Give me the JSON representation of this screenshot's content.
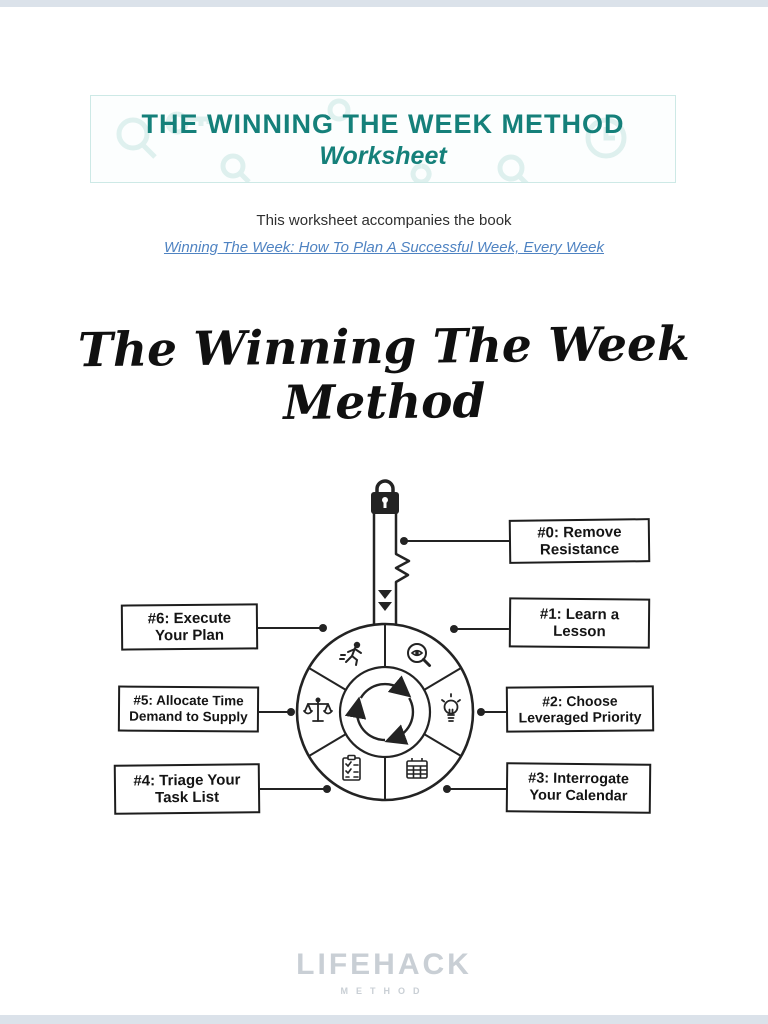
{
  "banner": {
    "title": "THE WINNING THE WEEK METHOD",
    "subtitle": "Worksheet"
  },
  "intro": {
    "text": "This worksheet accompanies the book",
    "link_text": "Winning The Week: How To Plan A Successful Week, Every Week"
  },
  "diagram": {
    "title": "The Winning The Week Method",
    "steps": {
      "s0": {
        "line1": "#0: Remove",
        "line2": "Resistance"
      },
      "s1": {
        "line1": "#1: Learn a",
        "line2": "Lesson"
      },
      "s2": {
        "line1": "#2: Choose",
        "line2": "Leveraged Priority"
      },
      "s3": {
        "line1": "#3: Interrogate",
        "line2": "Your Calendar"
      },
      "s4": {
        "line1": "#4: Triage Your",
        "line2": "Task List"
      },
      "s5": {
        "line1": "#5: Allocate Time",
        "line2": "Demand to Supply"
      },
      "s6": {
        "line1": "#6: Execute",
        "line2": "Your Plan"
      }
    },
    "icons": [
      "lock-icon",
      "key-icon",
      "running-person-icon",
      "eye-magnifier-icon",
      "scales-icon",
      "lightbulb-icon",
      "checklist-icon",
      "calendar-icon",
      "cycle-arrows-icon"
    ]
  },
  "footer": {
    "brand": "LIFEHACK",
    "brand_sub": "METHOD"
  },
  "colors": {
    "accent_teal": "#15807a",
    "link_blue": "#4f83c2",
    "ink": "#232323",
    "logo_gray": "#c9cfd5"
  }
}
